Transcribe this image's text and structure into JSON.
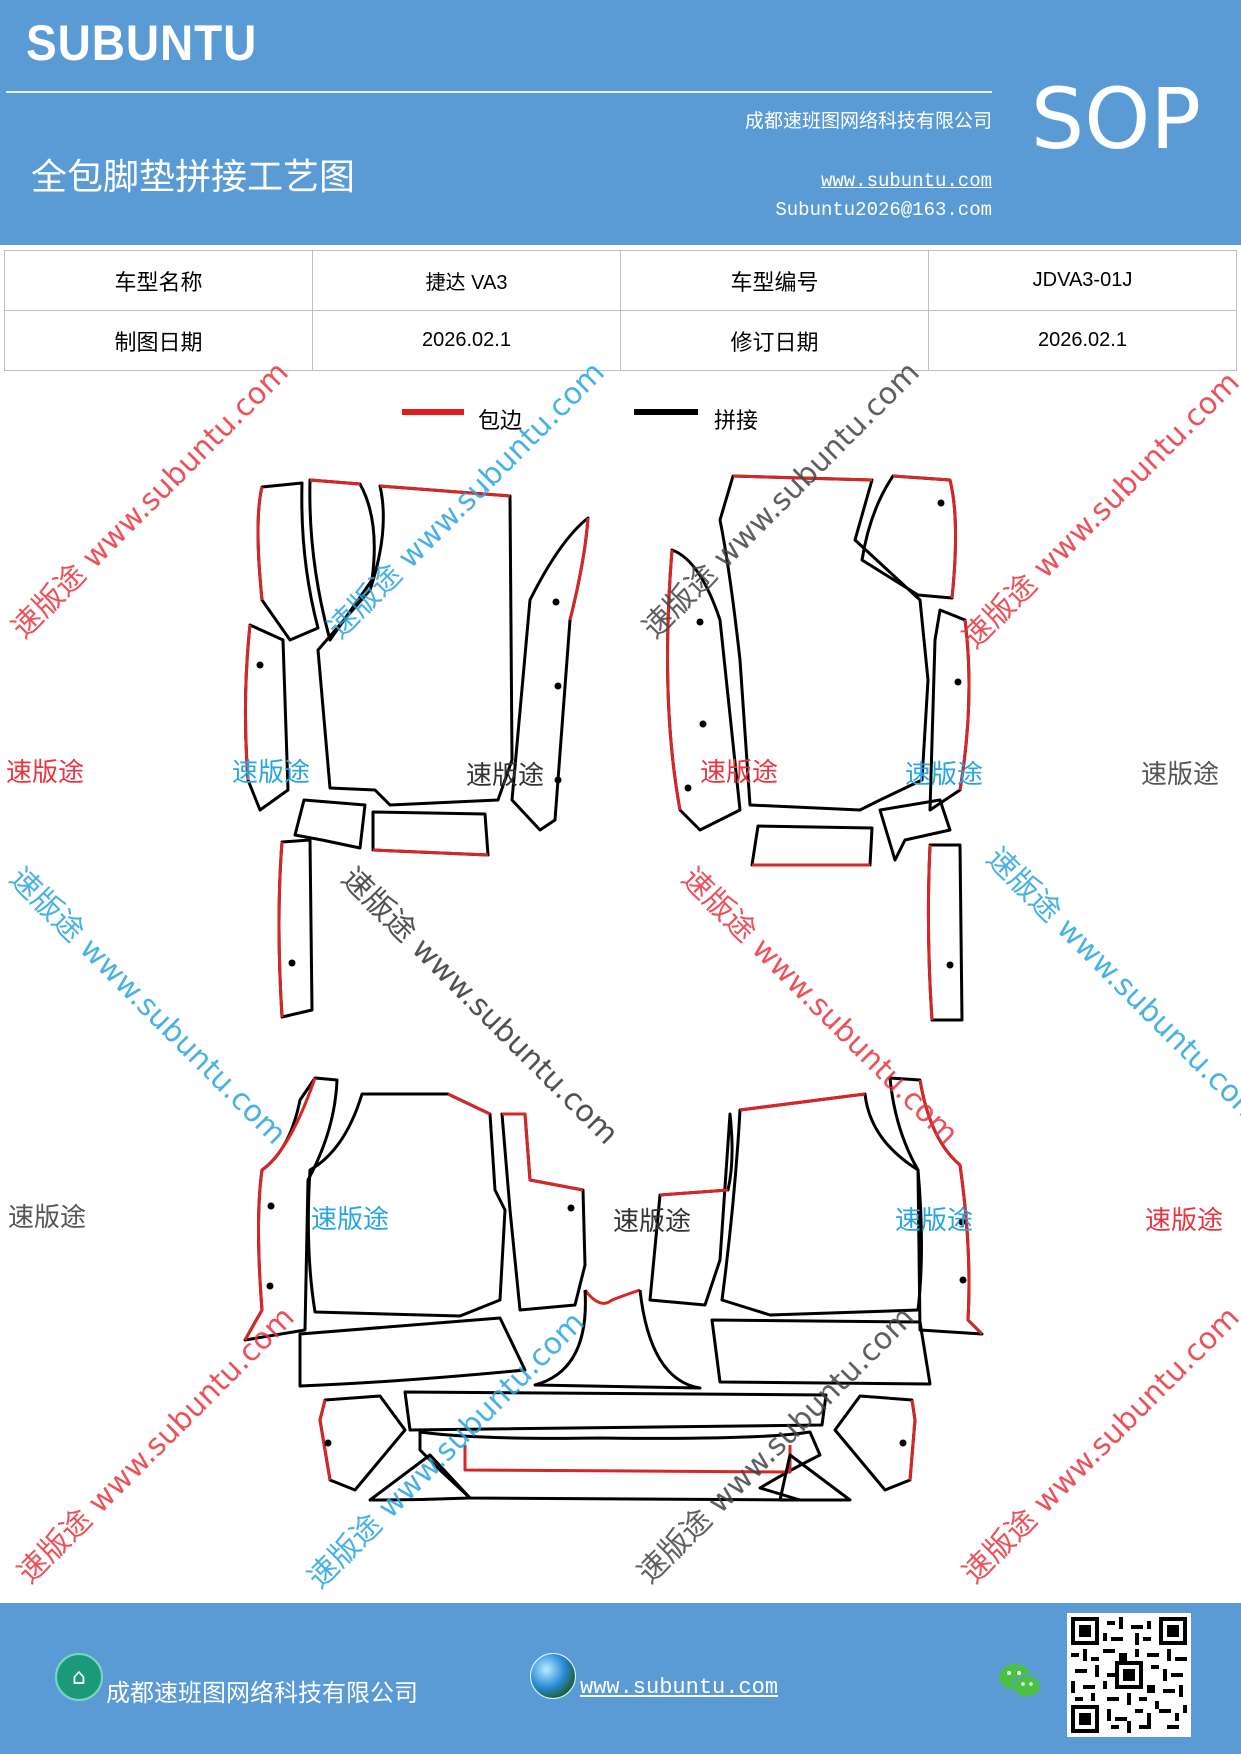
{
  "header": {
    "brand": "SUBUNTU",
    "doc_type": "SOP",
    "title": "全包脚垫拼接工艺图",
    "company": "成都速班图网络科技有限公司",
    "website": "www.subuntu.com",
    "email": "Subuntu2026@163.com"
  },
  "info_table": {
    "model_name_label": "车型名称",
    "model_name_value": "捷达 VA3",
    "model_code_label": "车型编号",
    "model_code_value": "JDVA3-01J",
    "draw_date_label": "制图日期",
    "draw_date_value": "2026.02.1",
    "revise_date_label": "修订日期",
    "revise_date_value": "2026.02.1"
  },
  "legend": {
    "edge_label": "包边",
    "edge_color": "#e31b1b",
    "seam_label": "拼接",
    "seam_color": "#000000"
  },
  "watermark": {
    "brand_cn": "速版途",
    "url": "www.subuntu.com",
    "diagonal_text": "速版途 www.subuntu.com",
    "colors": {
      "red": "#e8353f",
      "blue": "#2aa4e0",
      "gray": "#555555"
    }
  },
  "footer": {
    "company": "成都速班图网络科技有限公司",
    "website": "www.subuntu.com",
    "home_icon": "home-icon",
    "globe_icon": "globe-icon",
    "wechat_icon": "wechat-icon",
    "qr_icon": "qr-code"
  }
}
